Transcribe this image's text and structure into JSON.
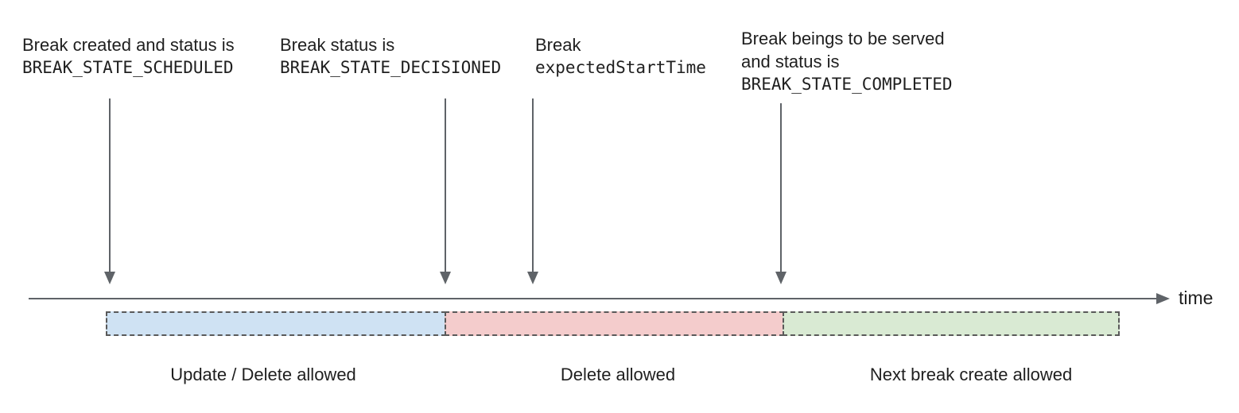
{
  "diagram": {
    "annotations": [
      {
        "lines": [
          {
            "text": "Break created and status is"
          },
          {
            "text": "BREAK_STATE_SCHEDULED"
          }
        ]
      },
      {
        "lines": [
          {
            "text": "Break status is"
          },
          {
            "text": "BREAK_STATE_DECISIONED"
          }
        ]
      },
      {
        "lines": [
          {
            "text": "Break"
          },
          {
            "text": "expectedStartTime"
          }
        ]
      },
      {
        "lines": [
          {
            "text": "Break beings to be served"
          },
          {
            "text": "and status is"
          },
          {
            "text": "BREAK_STATE_COMPLETED"
          }
        ]
      }
    ],
    "axis": {
      "label": "time",
      "line_color": "#5f6368"
    },
    "segments": [
      {
        "label": "Update / Delete allowed",
        "color": "#cfe2f3"
      },
      {
        "label": "Delete allowed",
        "color": "#f4cccc"
      },
      {
        "label": "Next break create allowed",
        "color": "#d9ead3"
      }
    ],
    "border_color": "#595959",
    "text_color": "#1f1f1f"
  }
}
